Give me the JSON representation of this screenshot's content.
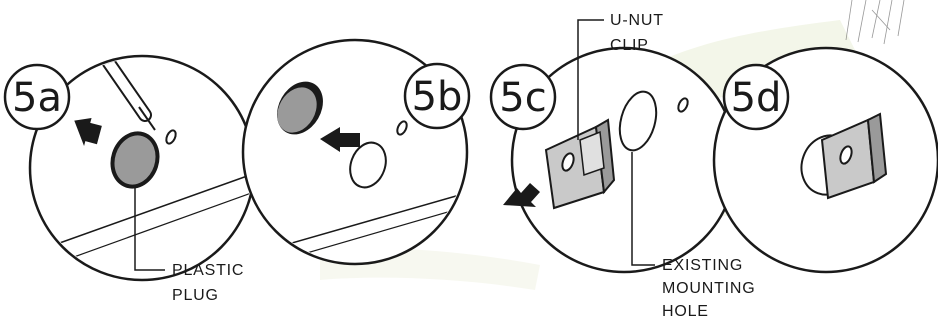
{
  "steps": [
    {
      "label": "5a"
    },
    {
      "label": "5b"
    },
    {
      "label": "5c"
    },
    {
      "label": "5d"
    }
  ],
  "callouts": {
    "plastic_plug": {
      "line1": "PLASTIC",
      "line2": "PLUG"
    },
    "u_nut_clip": {
      "line1": "U-NUT",
      "line2": "CLIP"
    },
    "existing_hole": {
      "line1": "EXISTING",
      "line2": "MOUNTING",
      "line3": "HOLE"
    }
  },
  "colors": {
    "ink": "#1a1a1a",
    "plug_fill": "#9a9a9a",
    "clip_fill": "#c9c9c9",
    "background_accent": "#e9efd8"
  }
}
